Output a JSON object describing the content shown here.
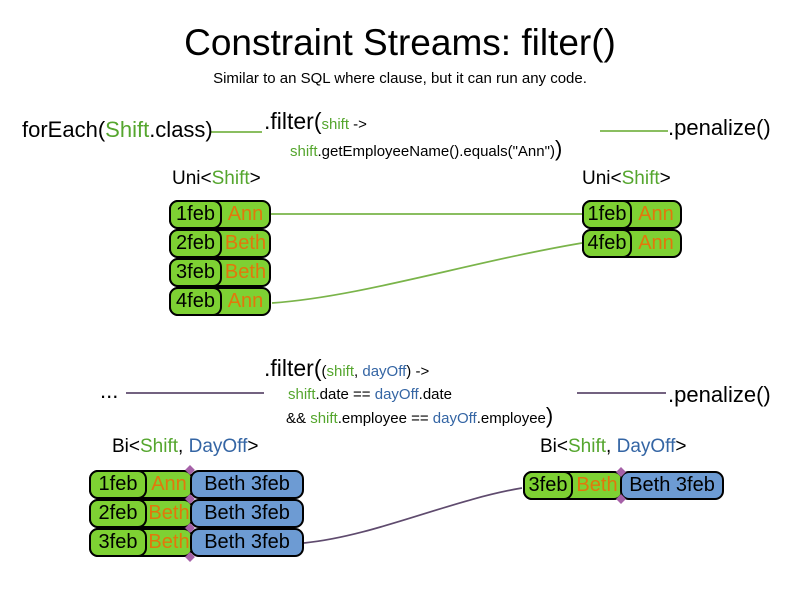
{
  "slide": {
    "title": "Constraint Streams: filter()",
    "subtitle": "Similar to an SQL where clause, but it can run any code."
  },
  "colors": {
    "green_fill": "#7ed133",
    "green_text": "#55a62e",
    "orange_text": "#e2770c",
    "blue_fill": "#6d9bd3",
    "blue_text": "#3465a4",
    "green_line": "#7ab44a",
    "purple_line": "#5f4b6e",
    "diamond": "#a661a8"
  },
  "flow1": {
    "source_prefix": "forEach(",
    "source_class": "Shift",
    "source_suffix": ".class)",
    "filter_head": ".filter(",
    "filter_param": "shift",
    "filter_arrow": " ->",
    "body_param": "shift",
    "body_rest": ".getEmployeeName().equals(\"Ann\")",
    "body_close": ")",
    "penalize": ".penalize()",
    "left_label_prefix": "Uni<",
    "left_label_type": "Shift",
    "left_label_suffix": ">",
    "right_label_prefix": "Uni<",
    "right_label_type": "Shift",
    "right_label_suffix": ">",
    "left_rows": [
      {
        "date": "1feb",
        "name": "Ann"
      },
      {
        "date": "2feb",
        "name": "Beth"
      },
      {
        "date": "3feb",
        "name": "Beth"
      },
      {
        "date": "4feb",
        "name": "Ann"
      }
    ],
    "right_rows": [
      {
        "date": "1feb",
        "name": "Ann"
      },
      {
        "date": "4feb",
        "name": "Ann"
      }
    ]
  },
  "flow2": {
    "source": "...",
    "filter_head": ".filter(",
    "p_open": "(",
    "p_shift": "shift",
    "p_sep": ", ",
    "p_dayoff": "dayOff",
    "p_close": ")",
    "arrow": " ->",
    "l2_shift": "shift",
    "l2_mid": ".date == ",
    "l2_dayoff": "dayOff",
    "l2_end": ".date",
    "l3_and": "&& ",
    "l3_shift": "shift",
    "l3_mid": ".employee == ",
    "l3_dayoff": "dayOff",
    "l3_end": ".employee",
    "l3_close": ")",
    "penalize": ".penalize()",
    "left_label_prefix": "Bi<",
    "left_label_shift": "Shift",
    "left_label_sep": ", ",
    "left_label_dayoff": "DayOff",
    "left_label_suffix": ">",
    "right_label_prefix": "Bi<",
    "right_label_shift": "Shift",
    "right_label_sep": ", ",
    "right_label_dayoff": "DayOff",
    "right_label_suffix": ">",
    "left_rows": [
      {
        "date": "1feb",
        "name": "Ann",
        "pair": "Beth 3feb"
      },
      {
        "date": "2feb",
        "name": "Beth",
        "pair": "Beth 3feb"
      },
      {
        "date": "3feb",
        "name": "Beth",
        "pair": "Beth 3feb"
      }
    ],
    "right_rows": [
      {
        "date": "3feb",
        "name": "Beth",
        "pair": "Beth 3feb"
      }
    ]
  }
}
